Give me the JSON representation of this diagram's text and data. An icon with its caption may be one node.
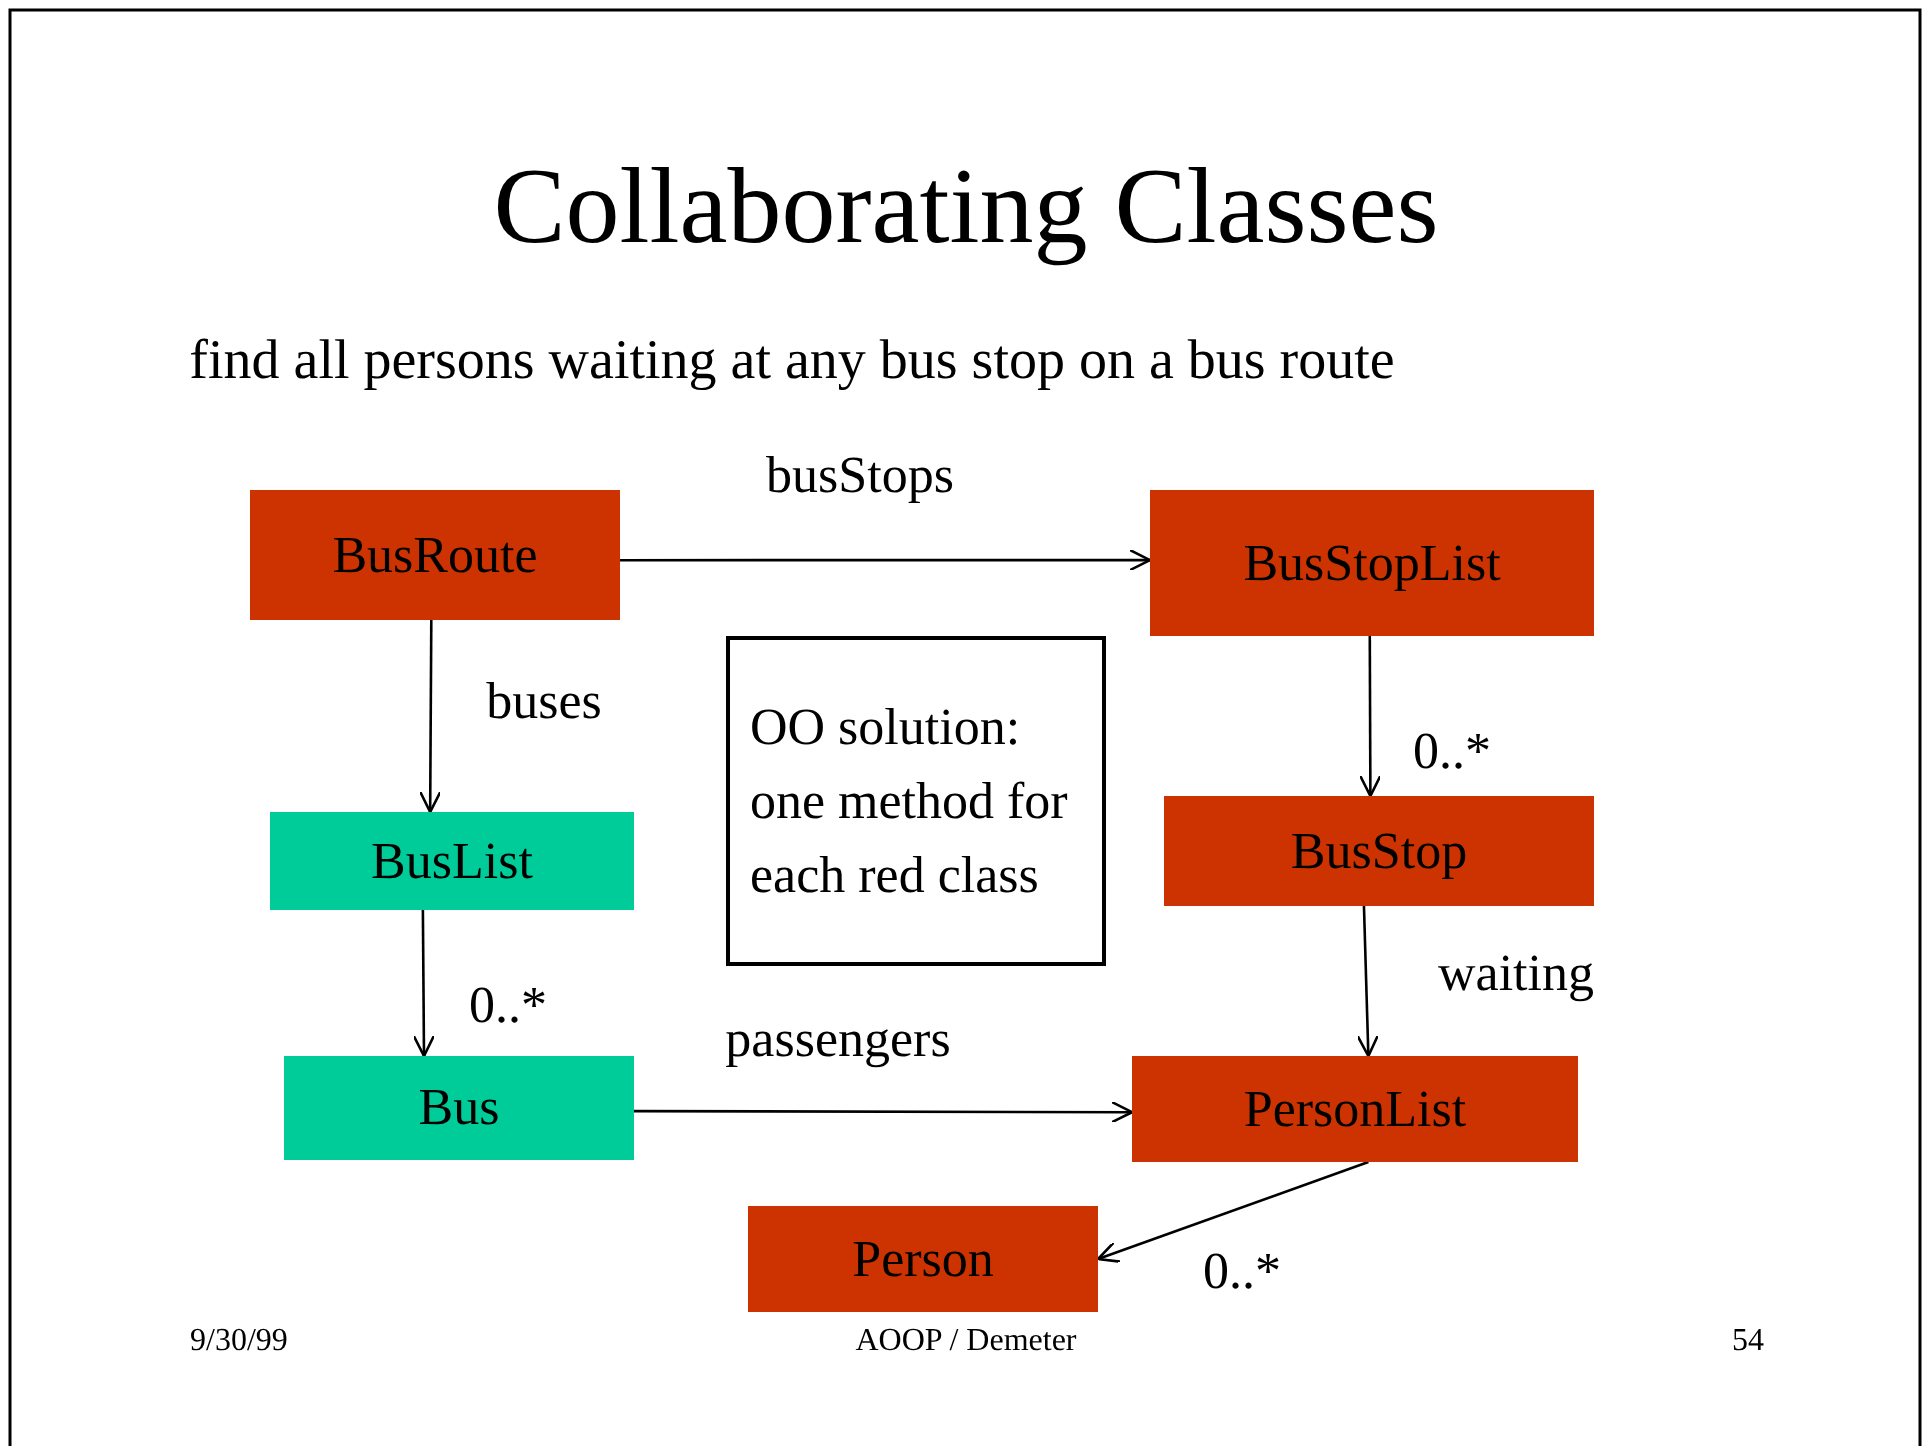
{
  "diagram": {
    "title": "Collaborating Classes",
    "nodes": [
      {
        "text": [
          "BusRoute"
        ]
      },
      {
        "text": [
          "BusStopList"
        ]
      },
      {
        "text": [
          "OO solution: one method for each red class"
        ]
      },
      {
        "text": [
          "BusList"
        ]
      },
      {
        "text": [
          "BusStop"
        ]
      },
      {
        "text": [
          "Bus"
        ]
      },
      {
        "text": [
          "PersonList"
        ]
      },
      {
        "text": [
          "Person"
        ]
      }
    ],
    "edges": [
      {
        "from": 0,
        "to": 1,
        "arrow": "to",
        "label": "busStops"
      },
      {
        "from": 0,
        "to": 3,
        "arrow": "to",
        "label": "buses"
      },
      {
        "from": 1,
        "to": 4,
        "arrow": "to",
        "label": "0..*"
      },
      {
        "from": 3,
        "to": 5,
        "arrow": "to",
        "label": "0..*"
      },
      {
        "from": 4,
        "to": 6,
        "arrow": "to",
        "label": "waiting"
      },
      {
        "from": 5,
        "to": 6,
        "arrow": "to",
        "label": "passengers"
      },
      {
        "from": 6,
        "to": 7,
        "arrow": "to",
        "label": "0..*"
      }
    ],
    "labels": [
      "find all persons waiting at any bus stop on a bus route",
      "9/30/99",
      "AOOP / Demeter",
      "54"
    ]
  }
}
